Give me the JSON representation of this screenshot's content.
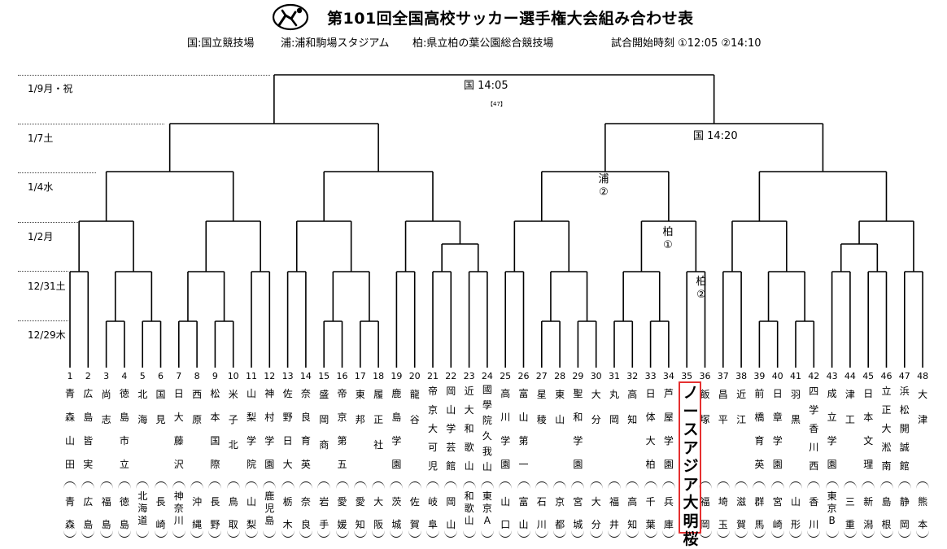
{
  "header": {
    "title": "第101回全国高校サッカー選手権大会組み合わせ表",
    "logo": "soccer-logo"
  },
  "venues": {
    "kuni": "国:国立競技場",
    "ura": "浦:浦和駒場スタジアム",
    "kashiwa": "柏:県立柏の葉公園総合競技場",
    "times": "試合開始時刻 ①12:05 ②14:10"
  },
  "rounds": [
    "1/9月・祝",
    "1/7土",
    "1/4水",
    "1/2月",
    "12/31土",
    "12/29木"
  ],
  "match_labels": {
    "final": "国 14:05",
    "final_no": "【47】",
    "semi_right": "国 14:20",
    "qf_ura_a": "浦",
    "qf_ura_b": "②",
    "r3_kashiwa_a": "柏",
    "r3_kashiwa_b": "①",
    "r2_kashiwa_a": "柏",
    "r2_kashiwa_b": "②"
  },
  "teams": [
    {
      "no": "1",
      "school": "青森山田",
      "pref": "青森"
    },
    {
      "no": "2",
      "school": "広島皆実",
      "pref": "広島"
    },
    {
      "no": "3",
      "school": "尚志",
      "pref": "福島"
    },
    {
      "no": "4",
      "school": "徳島市立",
      "pref": "徳島"
    },
    {
      "no": "5",
      "school": "北海",
      "pref": "北海道"
    },
    {
      "no": "6",
      "school": "国見",
      "pref": "長崎"
    },
    {
      "no": "7",
      "school": "日大藤沢",
      "pref": "神奈川"
    },
    {
      "no": "8",
      "school": "西原",
      "pref": "沖縄"
    },
    {
      "no": "9",
      "school": "松本国際",
      "pref": "長野"
    },
    {
      "no": "10",
      "school": "米子北",
      "pref": "鳥取"
    },
    {
      "no": "11",
      "school": "山梨学院",
      "pref": "山梨"
    },
    {
      "no": "12",
      "school": "神村学園",
      "pref": "鹿児島"
    },
    {
      "no": "13",
      "school": "佐野日大",
      "pref": "栃木"
    },
    {
      "no": "14",
      "school": "奈良育英",
      "pref": "奈良"
    },
    {
      "no": "15",
      "school": "盛岡商",
      "pref": "岩手"
    },
    {
      "no": "16",
      "school": "帝京第五",
      "pref": "愛媛"
    },
    {
      "no": "17",
      "school": "東邦",
      "pref": "愛知"
    },
    {
      "no": "18",
      "school": "履正社",
      "pref": "大阪"
    },
    {
      "no": "19",
      "school": "鹿島学園",
      "pref": "茨城"
    },
    {
      "no": "20",
      "school": "龍谷",
      "pref": "佐賀"
    },
    {
      "no": "21",
      "school": "帝京大可児",
      "pref": "岐阜"
    },
    {
      "no": "22",
      "school": "岡山学芸館",
      "pref": "岡山"
    },
    {
      "no": "23",
      "school": "近大和歌山",
      "pref": "和歌山"
    },
    {
      "no": "24",
      "school": "國學院久我山",
      "pref": "東京A"
    },
    {
      "no": "25",
      "school": "高川学園",
      "pref": "山口"
    },
    {
      "no": "26",
      "school": "富山第一",
      "pref": "富山"
    },
    {
      "no": "27",
      "school": "星稜",
      "pref": "石川"
    },
    {
      "no": "28",
      "school": "東山",
      "pref": "京都"
    },
    {
      "no": "29",
      "school": "聖和学園",
      "pref": "宮城"
    },
    {
      "no": "30",
      "school": "大分",
      "pref": "大分"
    },
    {
      "no": "31",
      "school": "丸岡",
      "pref": "福井"
    },
    {
      "no": "32",
      "school": "高知",
      "pref": "高知"
    },
    {
      "no": "33",
      "school": "日体大柏",
      "pref": "千葉"
    },
    {
      "no": "34",
      "school": "芦屋学園",
      "pref": "兵庫"
    },
    {
      "no": "35",
      "school": "",
      "pref": ""
    },
    {
      "no": "36",
      "school": "飯塚",
      "pref": "福岡"
    },
    {
      "no": "37",
      "school": "昌平",
      "pref": "埼玉"
    },
    {
      "no": "38",
      "school": "近江",
      "pref": "滋賀"
    },
    {
      "no": "39",
      "school": "前橋育英",
      "pref": "群馬"
    },
    {
      "no": "40",
      "school": "日章学園",
      "pref": "宮崎"
    },
    {
      "no": "41",
      "school": "羽黒",
      "pref": "山形"
    },
    {
      "no": "42",
      "school": "四学香川西",
      "pref": "香川"
    },
    {
      "no": "43",
      "school": "成立学園",
      "pref": "東京B"
    },
    {
      "no": "44",
      "school": "津工",
      "pref": "三重"
    },
    {
      "no": "45",
      "school": "日本文理",
      "pref": "新潟"
    },
    {
      "no": "46",
      "school": "立正大淞南",
      "pref": "島根"
    },
    {
      "no": "47",
      "school": "浜松開誠館",
      "pref": "静岡"
    },
    {
      "no": "48",
      "school": "大津",
      "pref": "熊本"
    }
  ],
  "winner": {
    "slot": "35",
    "name": "ノースアジア大明桜",
    "highlight_color": "#e53030"
  }
}
